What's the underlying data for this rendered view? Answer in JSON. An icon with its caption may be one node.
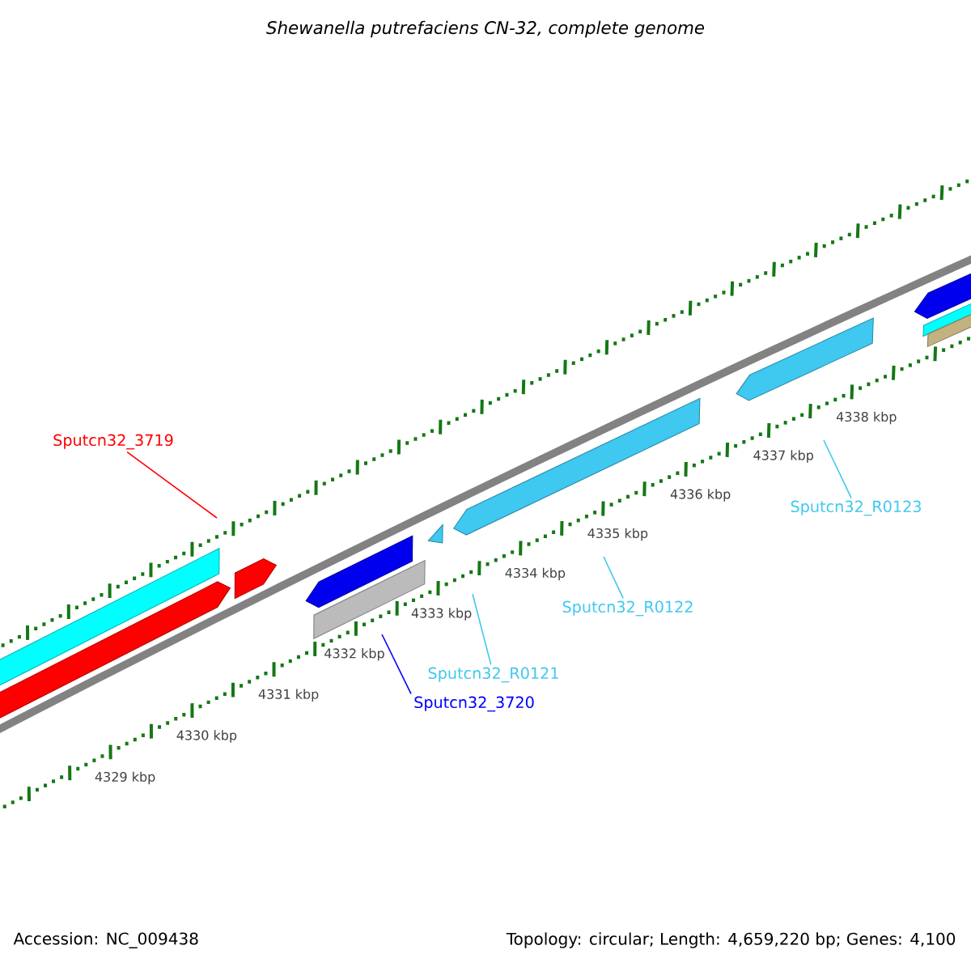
{
  "diagram": {
    "title": "Shewanella putrefaciens CN-32, complete genome",
    "nodes": [
      {
        "text": [
          "Sputcn32_3719"
        ]
      },
      {
        "text": [
          "Sputcn32_R0121"
        ]
      },
      {
        "text": [
          "Sputcn32_3720"
        ]
      },
      {
        "text": [
          "Sputcn32_R0122"
        ]
      },
      {
        "text": [
          "Sputcn32_R0123"
        ]
      }
    ],
    "edges": [
      {
        "from": 0,
        "to": null,
        "arrow": "none",
        "color": "#ff0000"
      },
      {
        "from": 1,
        "to": null,
        "arrow": "none"
      },
      {
        "from": 2,
        "to": null,
        "arrow": "none",
        "color": "#0000ff"
      },
      {
        "from": 3,
        "to": null,
        "arrow": "none"
      },
      {
        "from": 4,
        "to": null,
        "arrow": "none"
      }
    ],
    "labels": [
      "4329 kbp",
      "4330 kbp",
      "4331 kbp",
      "4332 kbp",
      "4333 kbp",
      "4334 kbp",
      "4335 kbp",
      "4336 kbp",
      "4337 kbp",
      "4338 kbp",
      "Accession: NC_009438",
      "Topology: circular; Length: 4,659,220 bp; Genes: 4,100"
    ]
  }
}
